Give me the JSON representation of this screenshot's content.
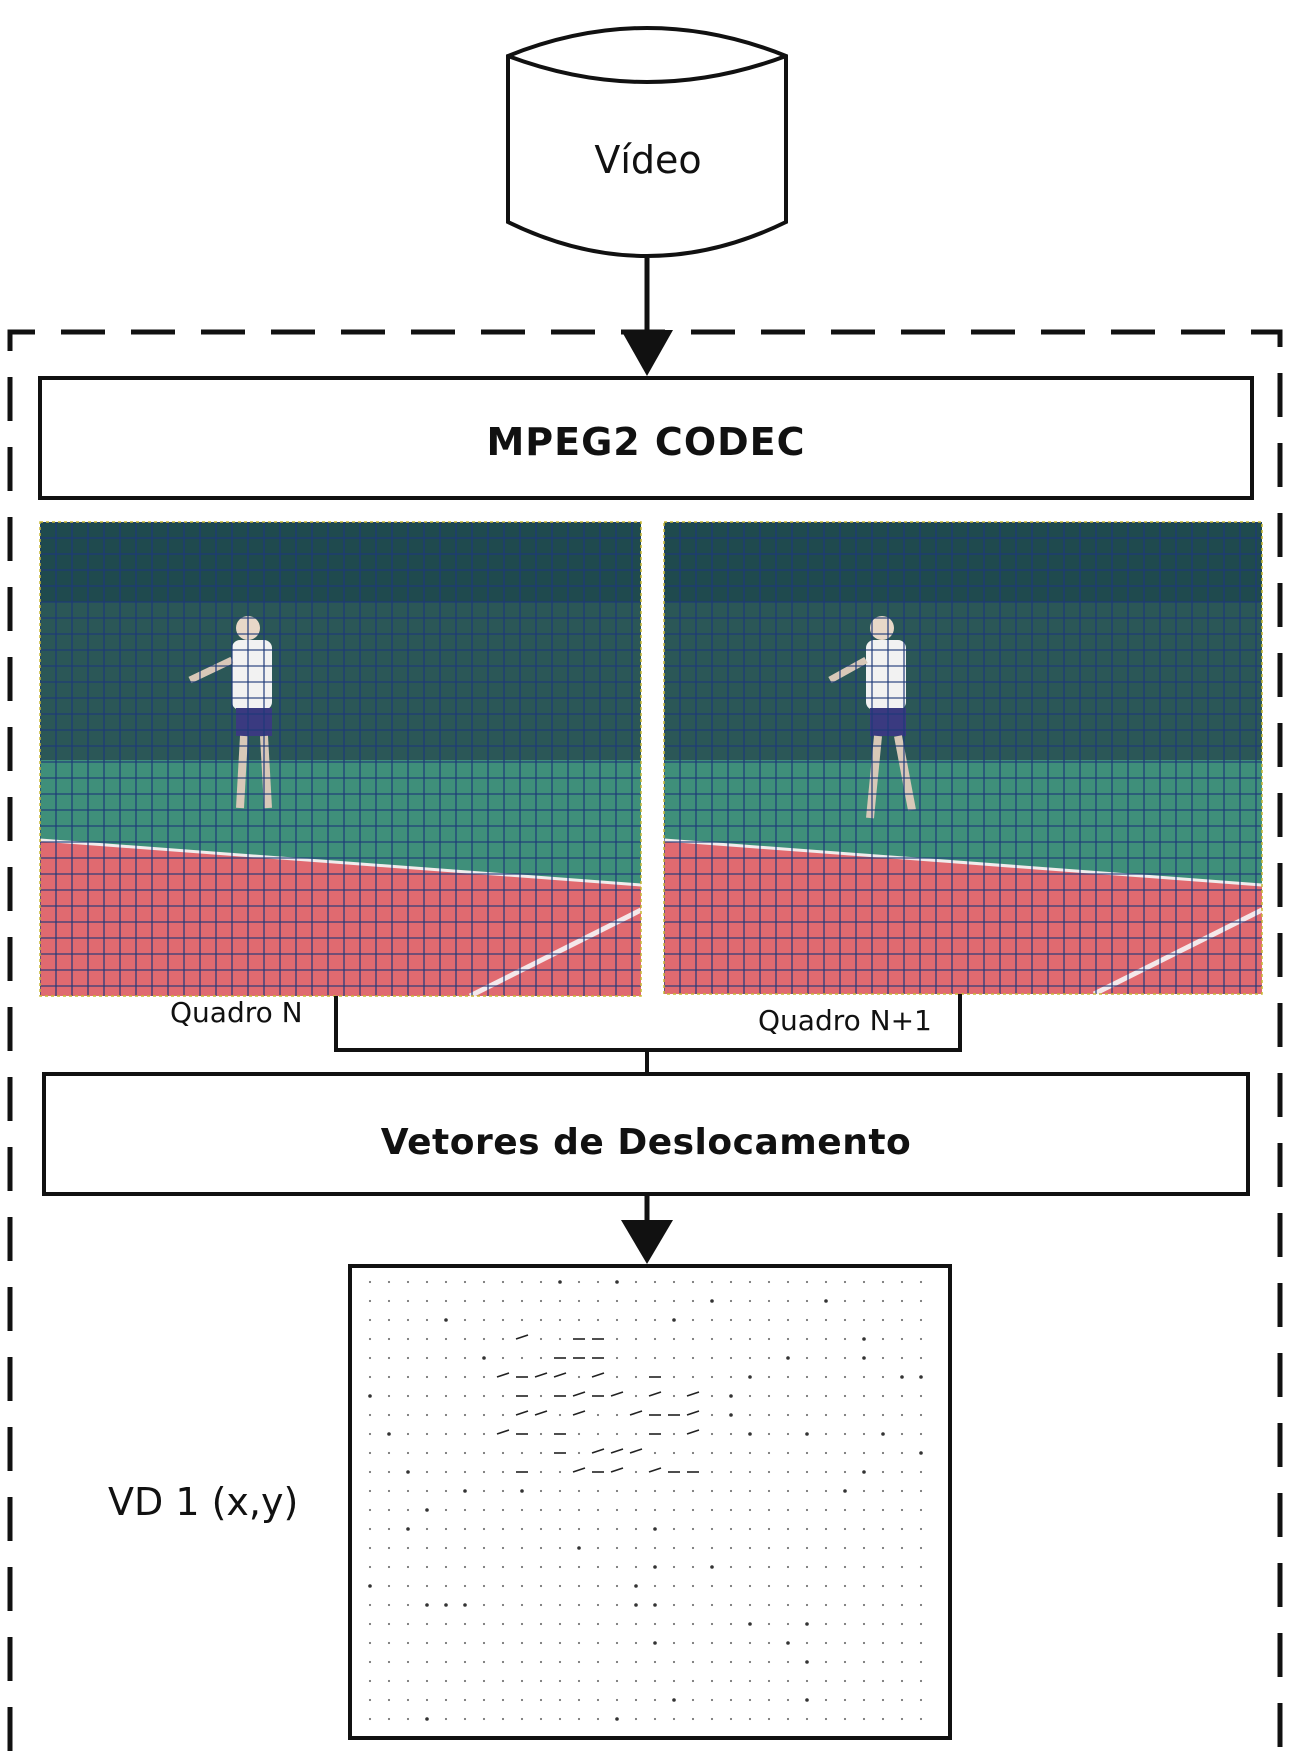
{
  "diagram": {
    "source": {
      "label": "Vídeo",
      "icon": "database-cylinder-icon"
    },
    "codec_block": {
      "label": "MPEG2  CODEC"
    },
    "frames": [
      {
        "label": "Quadro N"
      },
      {
        "label": "Quadro N+1"
      }
    ],
    "vectors_block": {
      "label": "Vetores de Deslocamento"
    },
    "output": {
      "label": "VD 1 (x,y)"
    },
    "colors": {
      "stroke": "#111111",
      "court_red": "#e06a70",
      "court_green": "#3f8f7a",
      "backdrop": "#2b5757",
      "grid": "#1f3a7a"
    }
  }
}
